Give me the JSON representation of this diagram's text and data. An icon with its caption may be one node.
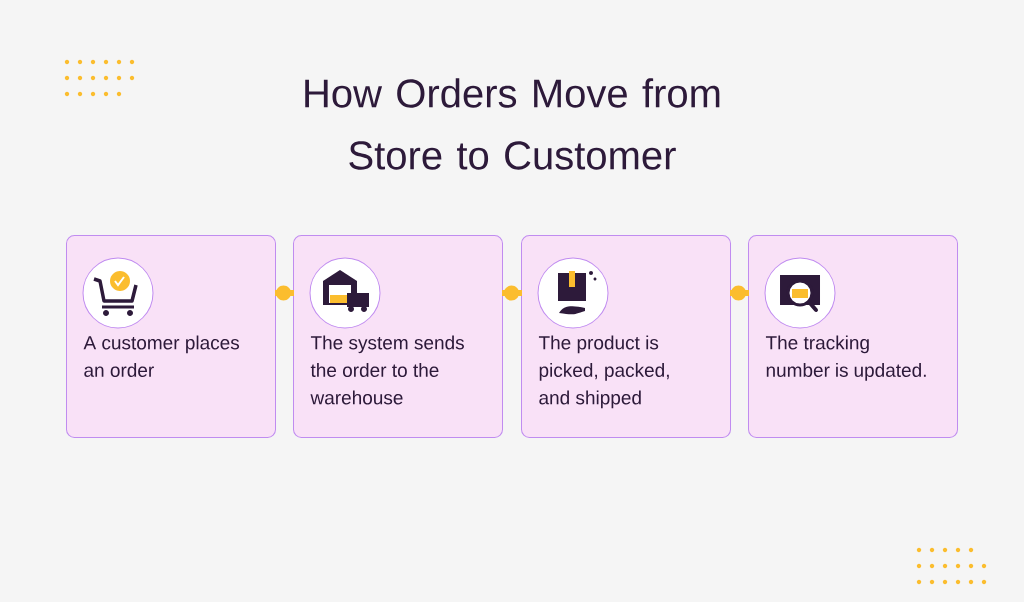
{
  "diagram": {
    "title": "How Orders Move from Store to Customer",
    "nodes": [
      {
        "text": [
          "A customer places an order"
        ]
      },
      {
        "text": [
          "The system sends the order to the warehouse"
        ]
      },
      {
        "text": [
          "The product is picked, packed, and shipped"
        ]
      },
      {
        "text": [
          "The tracking number is updated."
        ]
      }
    ],
    "edges": [
      {
        "from": 0,
        "to": 1,
        "arrow": "other"
      },
      {
        "from": 1,
        "to": 2,
        "arrow": "other"
      },
      {
        "from": 2,
        "to": 3,
        "arrow": "other"
      }
    ]
  }
}
